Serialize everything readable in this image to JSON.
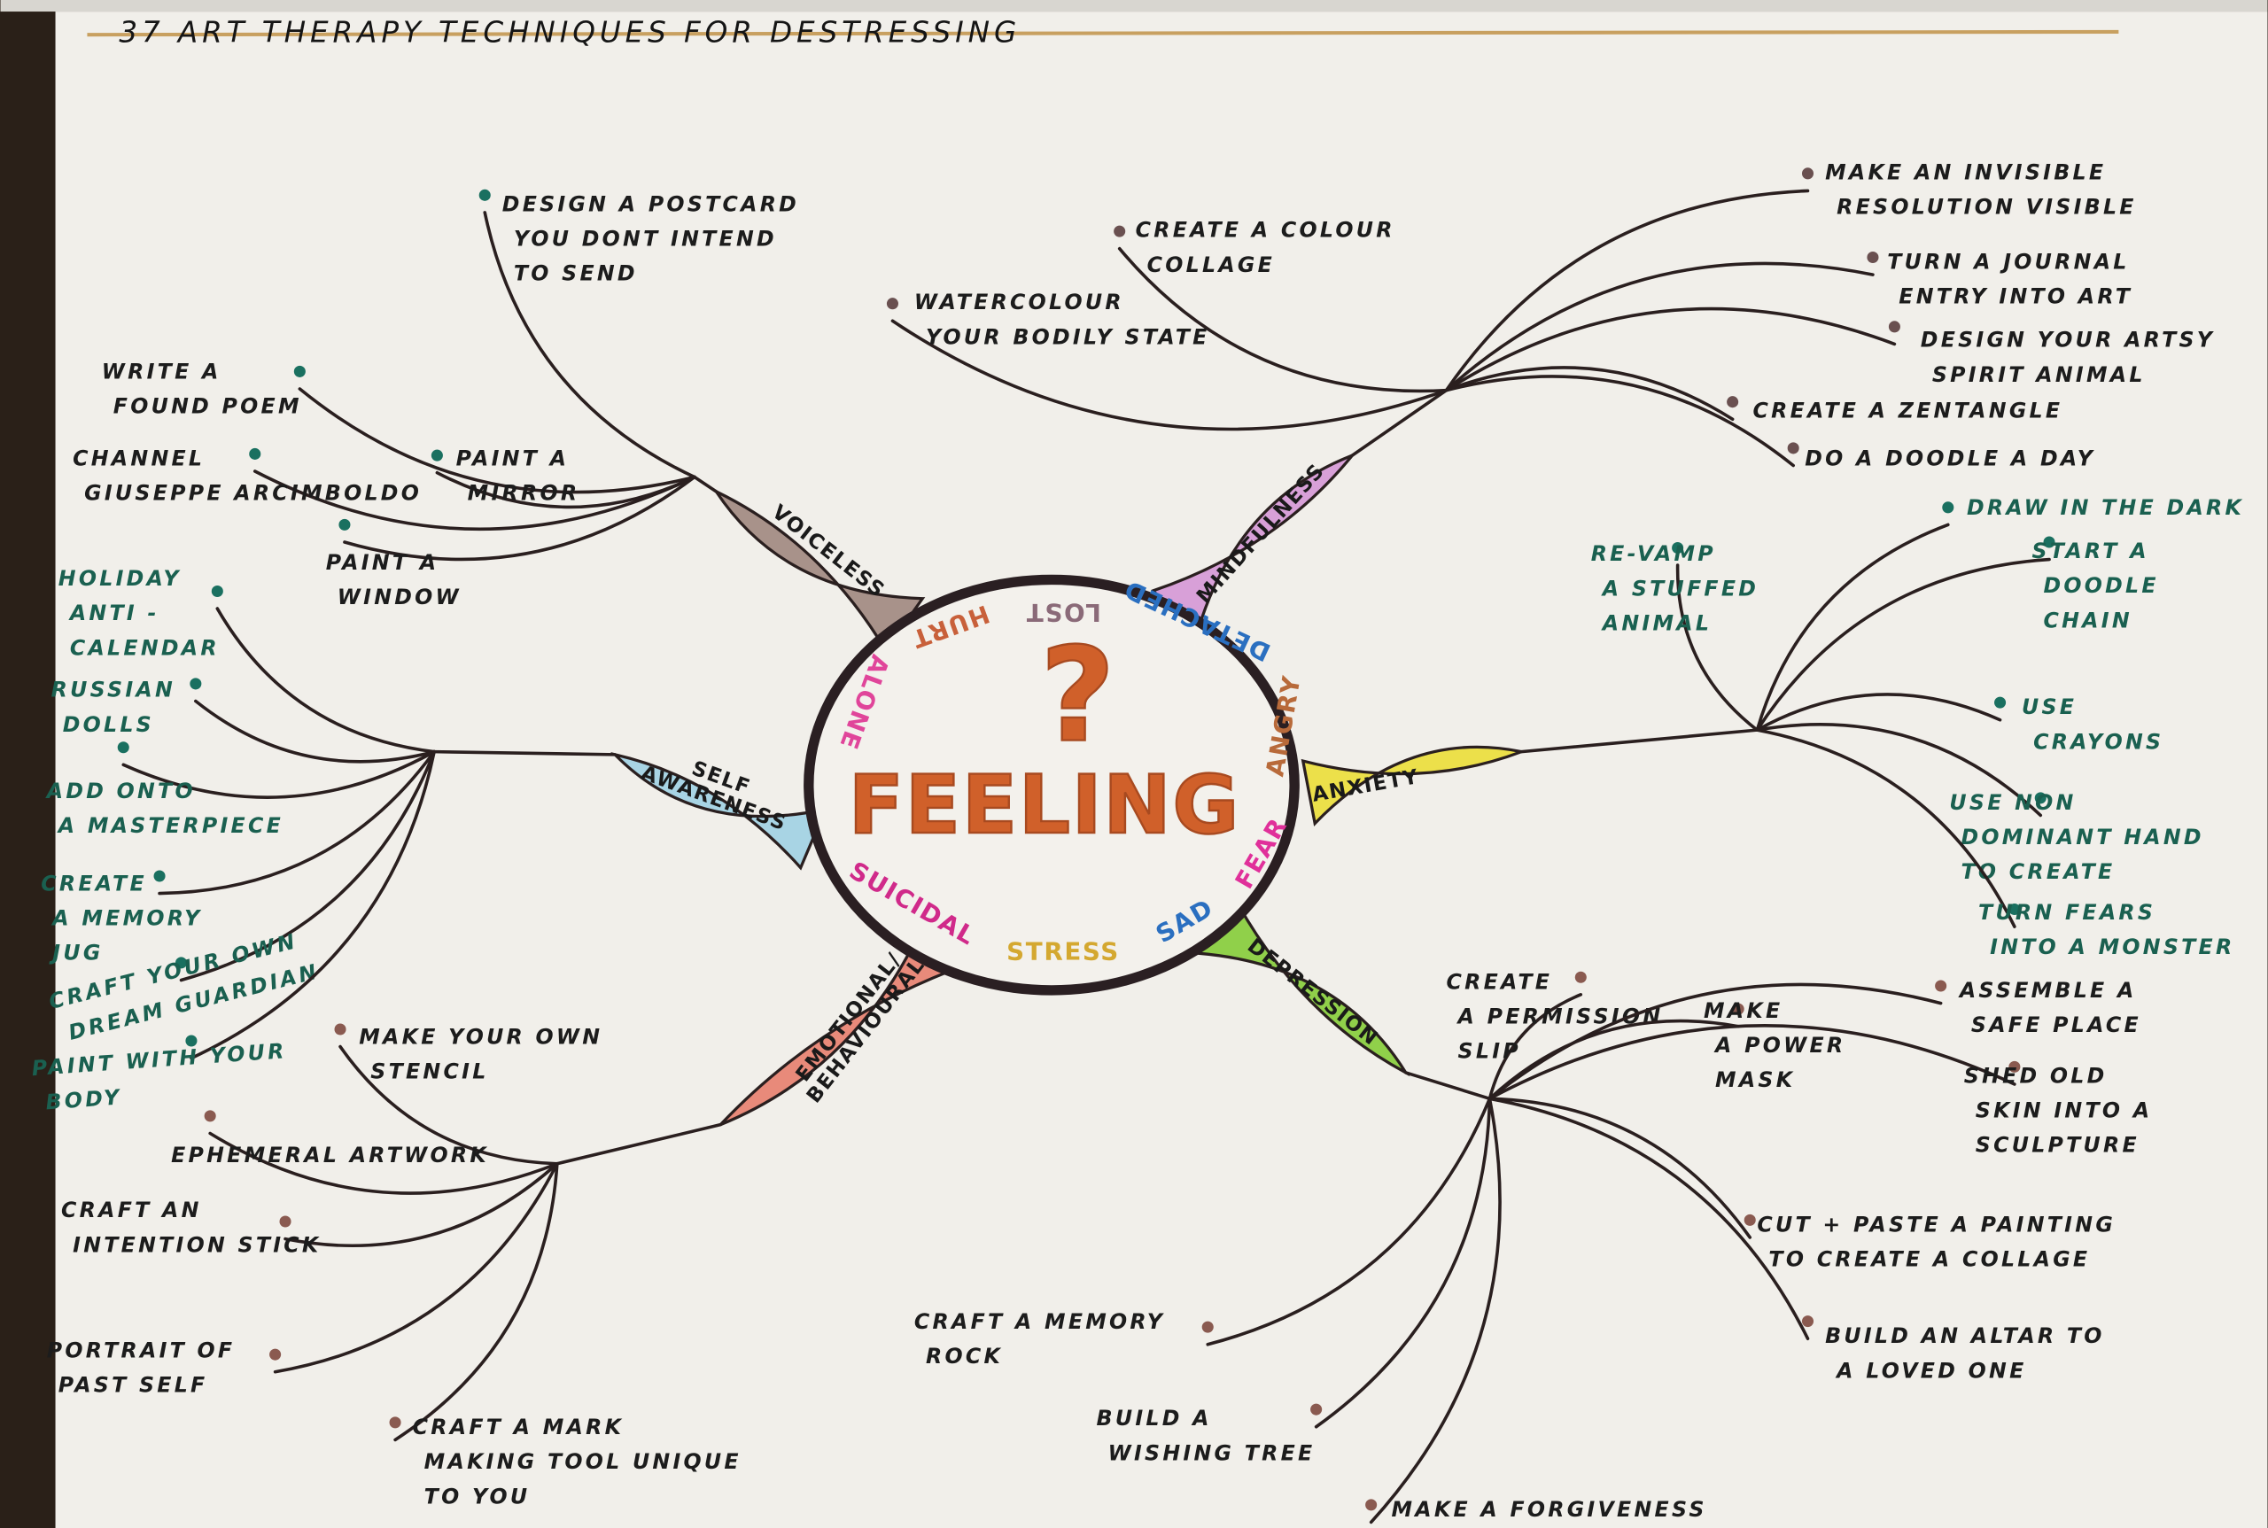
{
  "title": "37 ART THERAPY TECHNIQUES FOR DESTRESSING",
  "center": {
    "label": "FEELING",
    "symbol": "?",
    "feelings": [
      {
        "text": "LOST",
        "color": "#8a6a78"
      },
      {
        "text": "HURT",
        "color": "#c8603a"
      },
      {
        "text": "ALONE",
        "color": "#e0459a"
      },
      {
        "text": "DETACHED",
        "color": "#2a6fc0"
      },
      {
        "text": "ANGRY",
        "color": "#b86a3a"
      },
      {
        "text": "FEAR",
        "color": "#e0309a"
      },
      {
        "text": "SAD",
        "color": "#2a6fc0"
      },
      {
        "text": "STRESS",
        "color": "#d4a830"
      },
      {
        "text": "SUICIDAL",
        "color": "#d02a8a"
      }
    ]
  },
  "colors": {
    "feeling": "#d0602a",
    "ink": "#1c1c1c",
    "teal": "#1a7060",
    "brown": "#8a5a50"
  },
  "branches": [
    {
      "label": "VOICELESS",
      "color": "#a8928a",
      "dot": "#1a7060",
      "leaves": [
        {
          "lines": [
            "DESIGN A POSTCARD",
            "YOU DONT INTEND",
            "TO SEND"
          ]
        },
        {
          "lines": [
            "WRITE A",
            "FOUND POEM"
          ]
        },
        {
          "lines": [
            "CHANNEL",
            "GIUSEPPE ARCIMBOLDO"
          ]
        },
        {
          "lines": [
            "PAINT A",
            "MIRROR"
          ]
        },
        {
          "lines": [
            "PAINT A",
            "WINDOW"
          ]
        }
      ]
    },
    {
      "label": "SELF AWARENESS",
      "color": "#a8d4e4",
      "dot": "#1a7060",
      "leaves": [
        {
          "lines": [
            "HOLIDAY",
            "ANTI -",
            "CALENDAR"
          ]
        },
        {
          "lines": [
            "RUSSIAN",
            "DOLLS"
          ]
        },
        {
          "lines": [
            "ADD ONTO",
            "A MASTERPIECE"
          ]
        },
        {
          "lines": [
            "CREATE",
            "A MEMORY",
            "JUG"
          ]
        },
        {
          "lines": [
            "CRAFT YOUR OWN",
            "DREAM GUARDIAN"
          ]
        },
        {
          "lines": [
            "PAINT WITH YOUR",
            "BODY"
          ]
        }
      ]
    },
    {
      "label": "EMOTIONAL/ BEHAVIOURAL",
      "color": "#e88a7a",
      "dot": "#8a5a50",
      "leaves": [
        {
          "lines": [
            "MAKE YOUR OWN",
            "STENCIL"
          ]
        },
        {
          "lines": [
            "EPHEMERAL ARTWORK"
          ]
        },
        {
          "lines": [
            "CRAFT AN",
            "INTENTION STICK"
          ]
        },
        {
          "lines": [
            "PORTRAIT OF",
            "PAST SELF"
          ]
        },
        {
          "lines": [
            "CRAFT A MARK",
            "MAKING TOOL UNIQUE",
            "TO YOU"
          ]
        }
      ]
    },
    {
      "label": "MINDFULNESS",
      "color": "#d8a0d8",
      "dot": "#6a5050",
      "leaves": [
        {
          "lines": [
            "CREATE A COLOUR",
            "COLLAGE"
          ]
        },
        {
          "lines": [
            "WATERCOLOUR",
            "YOUR BODILY STATE"
          ]
        },
        {
          "lines": [
            "MAKE AN INVISIBLE",
            "RESOLUTION VISIBLE"
          ]
        },
        {
          "lines": [
            "TURN A JOURNAL",
            "ENTRY INTO ART"
          ]
        },
        {
          "lines": [
            "DESIGN YOUR ARTSY",
            "SPIRIT ANIMAL"
          ]
        },
        {
          "lines": [
            "CREATE A ZENTANGLE"
          ]
        },
        {
          "lines": [
            "DO A DOODLE A DAY"
          ]
        }
      ]
    },
    {
      "label": "ANXIETY",
      "color": "#ece04a",
      "dot": "#1a7060",
      "leaves": [
        {
          "lines": [
            "RE-VAMP",
            "A STUFFED",
            "ANIMAL"
          ]
        },
        {
          "lines": [
            "DRAW IN THE DARK"
          ]
        },
        {
          "lines": [
            "START A",
            "DOODLE",
            "CHAIN"
          ]
        },
        {
          "lines": [
            "USE",
            "CRAYONS"
          ]
        },
        {
          "lines": [
            "USE NON",
            "DOMINANT HAND",
            "TO CREATE"
          ]
        },
        {
          "lines": [
            "TURN FEARS",
            "INTO A MONSTER"
          ]
        }
      ]
    },
    {
      "label": "DEPRESSION",
      "color": "#90d04a",
      "dot": "#8a5a50",
      "leaves": [
        {
          "lines": [
            "CREATE",
            "A PERMISSION",
            "SLIP"
          ]
        },
        {
          "lines": [
            "MAKE",
            "A POWER",
            "MASK"
          ]
        },
        {
          "lines": [
            "ASSEMBLE A",
            "SAFE PLACE"
          ]
        },
        {
          "lines": [
            "SHED OLD",
            "SKIN INTO A",
            "SCULPTURE"
          ]
        },
        {
          "lines": [
            "CUT + PASTE A PAINTING",
            "TO CREATE A COLLAGE"
          ]
        },
        {
          "lines": [
            "CRAFT A MEMORY",
            "ROCK"
          ]
        },
        {
          "lines": [
            "BUILD AN ALTAR TO",
            "A LOVED ONE"
          ]
        },
        {
          "lines": [
            "BUILD A",
            "WISHING TREE"
          ]
        },
        {
          "lines": [
            "MAKE A FORGIVENESS"
          ]
        }
      ]
    }
  ]
}
